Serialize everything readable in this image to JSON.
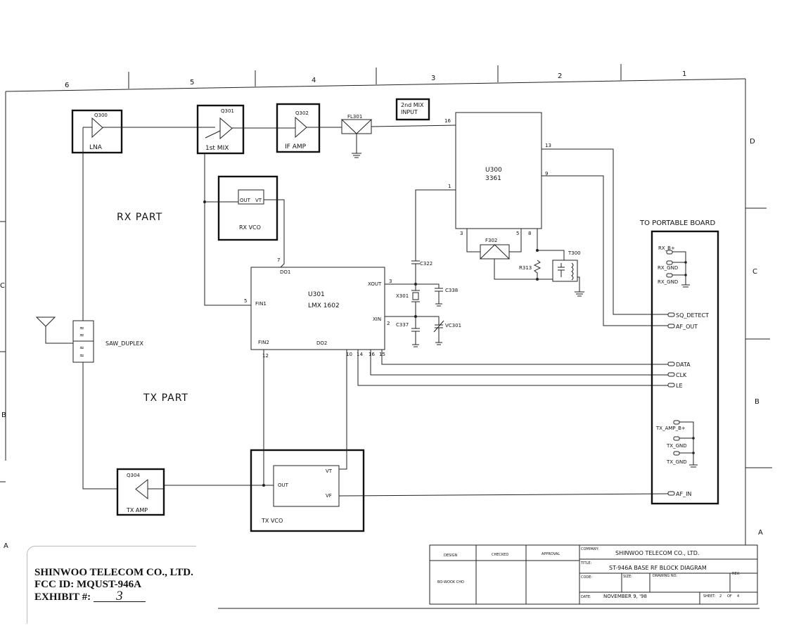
{
  "frame": {
    "top_zones": [
      "6",
      "5",
      "4",
      "3",
      "2",
      "1"
    ],
    "right_zones": [
      "D",
      "C",
      "B",
      "A"
    ],
    "left_zones": [
      "C",
      "B",
      "A"
    ]
  },
  "sections": {
    "rx": "RX PART",
    "tx": "TX PART",
    "portable": "TO PORTABLE BOARD"
  },
  "blocks": {
    "q300": {
      "ref": "Q300",
      "name": "LNA"
    },
    "q301": {
      "ref": "Q301",
      "name": "1st MIX"
    },
    "q302": {
      "ref": "Q302",
      "name": "IF AMP"
    },
    "fl301": {
      "ref": "FL301"
    },
    "mix2": {
      "line1": "2nd MIX",
      "line2": "INPUT"
    },
    "u300": {
      "ref": "U300",
      "part": "3361"
    },
    "rxvco": {
      "name": "RX VCO",
      "out": "OUT",
      "vt": "VT"
    },
    "u301": {
      "ref": "U301",
      "part": "LMX 1602",
      "do1": "DO1",
      "do2": "DO2",
      "fin1": "FIN1",
      "fin2": "FIN2",
      "xout": "XOUT",
      "xin": "XIN"
    },
    "f302": {
      "ref": "F302"
    },
    "r313": {
      "ref": "R313"
    },
    "t300": {
      "ref": "T300"
    },
    "c322": {
      "ref": "C322"
    },
    "x301": {
      "ref": "X301"
    },
    "c338": {
      "ref": "C338"
    },
    "c337": {
      "ref": "C337"
    },
    "vc301": {
      "ref": "VC301"
    },
    "saw": {
      "name": "SAW_DUPLEX"
    },
    "q304": {
      "ref": "Q304",
      "name": "TX AMP"
    },
    "txvco": {
      "name": "TX VCO",
      "out": "OUT",
      "vt": "VT",
      "vf": "VF"
    }
  },
  "pins": {
    "u300_16": "16",
    "u300_13": "13",
    "u300_9": "9",
    "u300_1": "1",
    "u300_3": "3",
    "u300_5": "5",
    "u300_8": "8",
    "u301_7": "7",
    "u301_5": "5",
    "u301_3": "3",
    "u301_2": "2",
    "u301_12": "12",
    "u301_10": "10",
    "u301_14": "14",
    "u301_16": "16",
    "u301_15": "15"
  },
  "connector": {
    "rx_b": "RX_B+",
    "rx_gnd1": "RX_GND",
    "rx_gnd2": "RX_GND",
    "sq_detect": "SQ_DETECT",
    "af_out": "AF_OUT",
    "data": "DATA",
    "clk": "CLK",
    "le": "LE",
    "tx_amp_b": "TX_AMP_B+",
    "tx_gnd1": "TX_GND",
    "tx_gnd2": "TX_GND",
    "af_in": "AF_IN"
  },
  "title_block": {
    "design": "DESIGN",
    "checked": "CHECKED",
    "approval": "APPROVAL",
    "designer": "BO-WOOK CHO",
    "company_label": "COMPANY:",
    "company": "SHINWOO TELECOM CO., LTD.",
    "title_label": "TITLE:",
    "title": "ST-946A BASE RF BLOCK DIAGRAM",
    "code": "CODE:",
    "size": "SIZE:",
    "drawing_no": "DRAWING NO.",
    "rev": "REV:",
    "date_label": "DATE:",
    "date": "NOVEMBER 9, '98",
    "sheet": "SHEET:",
    "sheet_no": "2",
    "of": "OF",
    "sheet_total": "4"
  },
  "stamp": {
    "company": "SHINWOO TELECOM CO., LTD.",
    "fcc": "FCC ID: MQUST-946A",
    "exhibit_label": "EXHIBIT #:",
    "exhibit_no": "3"
  }
}
